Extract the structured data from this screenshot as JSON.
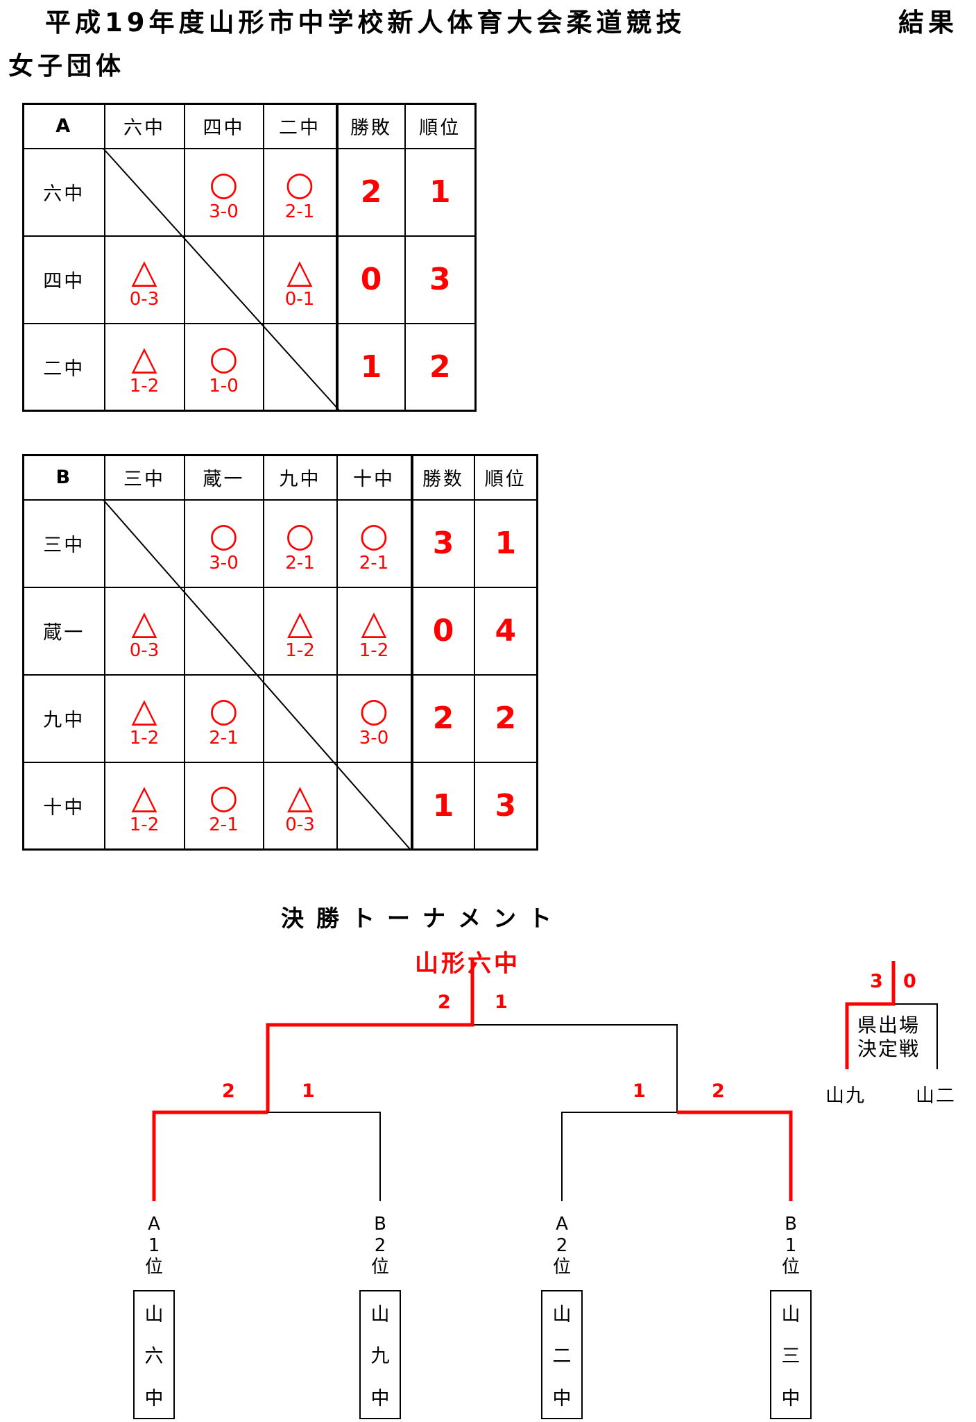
{
  "header": {
    "title": "平成19年度山形市中学校新人体育大会柔道競技",
    "result_label": "結果",
    "category": "女子団体"
  },
  "league_a": {
    "group": "A",
    "teams": [
      "六中",
      "四中",
      "二中"
    ],
    "wins_label": "勝敗",
    "rank_label": "順位",
    "rows": [
      {
        "team": "六中",
        "cells": [
          null,
          {
            "mark": "○",
            "score": "3-0"
          },
          {
            "mark": "○",
            "score": "2-1"
          }
        ],
        "wins": "2",
        "rank": "1"
      },
      {
        "team": "四中",
        "cells": [
          {
            "mark": "△",
            "score": "0-3"
          },
          null,
          {
            "mark": "△",
            "score": "0-1"
          }
        ],
        "wins": "0",
        "rank": "3"
      },
      {
        "team": "二中",
        "cells": [
          {
            "mark": "△",
            "score": "1-2"
          },
          {
            "mark": "○",
            "score": "1-0"
          },
          null
        ],
        "wins": "1",
        "rank": "2"
      }
    ]
  },
  "league_b": {
    "group": "B",
    "teams": [
      "三中",
      "蔵一",
      "九中",
      "十中"
    ],
    "wins_label": "勝数",
    "rank_label": "順位",
    "rows": [
      {
        "team": "三中",
        "cells": [
          null,
          {
            "mark": "○",
            "score": "3-0"
          },
          {
            "mark": "○",
            "score": "2-1"
          },
          {
            "mark": "○",
            "score": "2-1"
          }
        ],
        "wins": "3",
        "rank": "1"
      },
      {
        "team": "蔵一",
        "cells": [
          {
            "mark": "△",
            "score": "0-3"
          },
          null,
          {
            "mark": "△",
            "score": "1-2"
          },
          {
            "mark": "△",
            "score": "1-2"
          }
        ],
        "wins": "0",
        "rank": "4"
      },
      {
        "team": "九中",
        "cells": [
          {
            "mark": "△",
            "score": "1-2"
          },
          {
            "mark": "○",
            "score": "2-1"
          },
          null,
          {
            "mark": "○",
            "score": "3-0"
          }
        ],
        "wins": "2",
        "rank": "2"
      },
      {
        "team": "十中",
        "cells": [
          {
            "mark": "△",
            "score": "1-2"
          },
          {
            "mark": "○",
            "score": "2-1"
          },
          {
            "mark": "△",
            "score": "0-3"
          },
          null
        ],
        "wins": "1",
        "rank": "3"
      }
    ]
  },
  "tournament": {
    "title": "決勝トーナメント",
    "champion": "山形六中",
    "final_scores": [
      "2",
      "1"
    ],
    "semi_left_scores": [
      "2",
      "1"
    ],
    "semi_right_scores": [
      "1",
      "2"
    ],
    "entrants": [
      {
        "seed": [
          "A",
          "1",
          "位"
        ],
        "name": [
          "山",
          "六",
          "中"
        ]
      },
      {
        "seed": [
          "B",
          "2",
          "位"
        ],
        "name": [
          "山",
          "九",
          "中"
        ]
      },
      {
        "seed": [
          "A",
          "2",
          "位"
        ],
        "name": [
          "山",
          "二",
          "中"
        ]
      },
      {
        "seed": [
          "B",
          "1",
          "位"
        ],
        "name": [
          "山",
          "三",
          "中"
        ]
      }
    ],
    "highlight_color": "#ff0000"
  },
  "playoff": {
    "label_line1": "県出場",
    "label_line2": "決定戦",
    "scores": [
      "3",
      "0"
    ],
    "teams": [
      "山九",
      "山二"
    ]
  }
}
